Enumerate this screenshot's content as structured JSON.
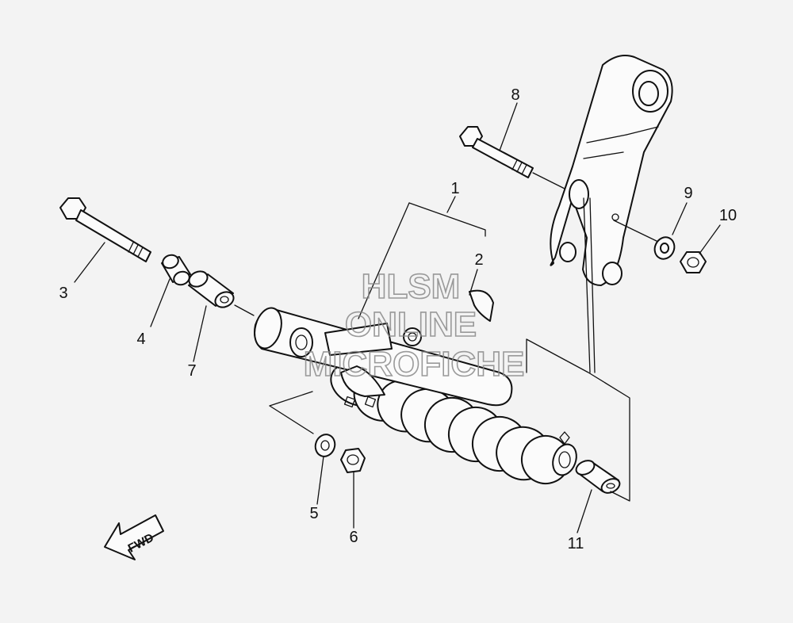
{
  "diagram": {
    "callouts": [
      "1",
      "2",
      "3",
      "4",
      "5",
      "6",
      "7",
      "8",
      "9",
      "10",
      "11"
    ],
    "direction_label": "FWD"
  },
  "watermark": {
    "line1": "HLSM",
    "line2": "ONLINE",
    "line3": "MICROFICHE"
  }
}
